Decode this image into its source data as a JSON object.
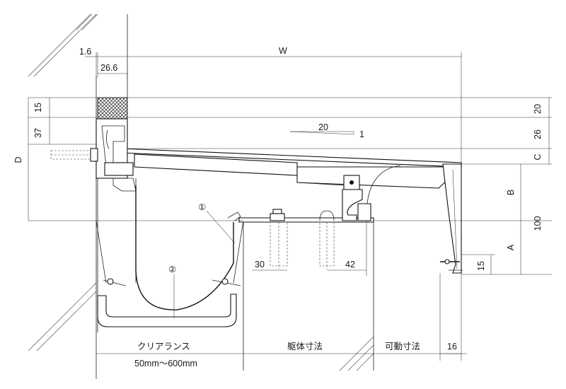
{
  "dimensions": {
    "top_left_thin": "1.6",
    "top_wall": "26.6",
    "width": "W",
    "left_15": "15",
    "left_37": "37",
    "left_D": "D",
    "right_20": "20",
    "right_26": "26",
    "right_C": "C",
    "right_B": "B",
    "right_100": "100",
    "right_A": "A",
    "bottom_15": "15",
    "bottom_16": "16",
    "anchor_30": "30",
    "anchor_42": "42"
  },
  "slope": {
    "run": "20",
    "rise": "1"
  },
  "callouts": {
    "part1": "①",
    "part2": "②"
  },
  "labels": {
    "clearance": "クリアランス",
    "clearance_range": "50mm〜600mm",
    "body": "躯体寸法",
    "movable": "可動寸法"
  }
}
